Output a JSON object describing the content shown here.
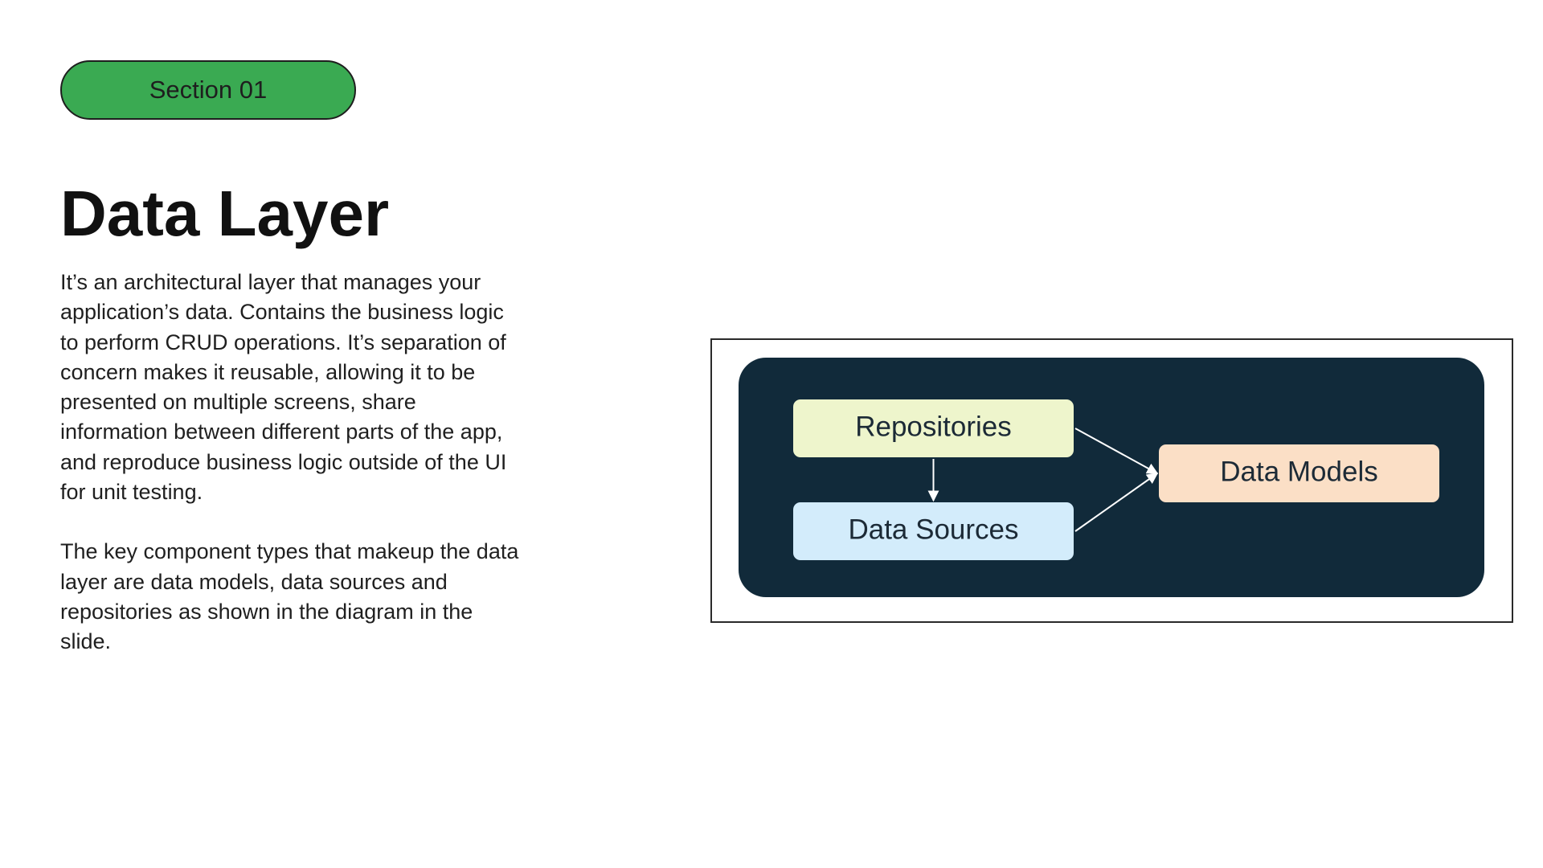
{
  "section": {
    "label": "Section 01"
  },
  "title": "Data Layer",
  "paragraphs": [
    "It’s an architectural layer that manages your application’s data. Contains the business logic to perform CRUD operations. It’s separation of concern makes it reusable, allowing it to be presented on multiple screens, share information between different parts of the app, and reproduce business logic outside of the UI for unit testing.",
    "The key component types that makeup the data layer are data models, data sources and repositories as shown in the diagram in the slide."
  ],
  "diagram": {
    "nodes": {
      "repositories": "Repositories",
      "data_sources": "Data Sources",
      "data_models": "Data Models"
    },
    "edges": [
      {
        "from": "repositories",
        "to": "data_sources"
      },
      {
        "from": "repositories",
        "to": "data_models"
      },
      {
        "from": "data_sources",
        "to": "data_models"
      }
    ]
  },
  "colors": {
    "section_pill": "#3aaa52",
    "diagram_background": "#112a3a",
    "repositories_fill": "#eef5cc",
    "data_sources_fill": "#d3ecfb",
    "data_models_fill": "#fbdfc6",
    "arrow": "#ffffff"
  }
}
